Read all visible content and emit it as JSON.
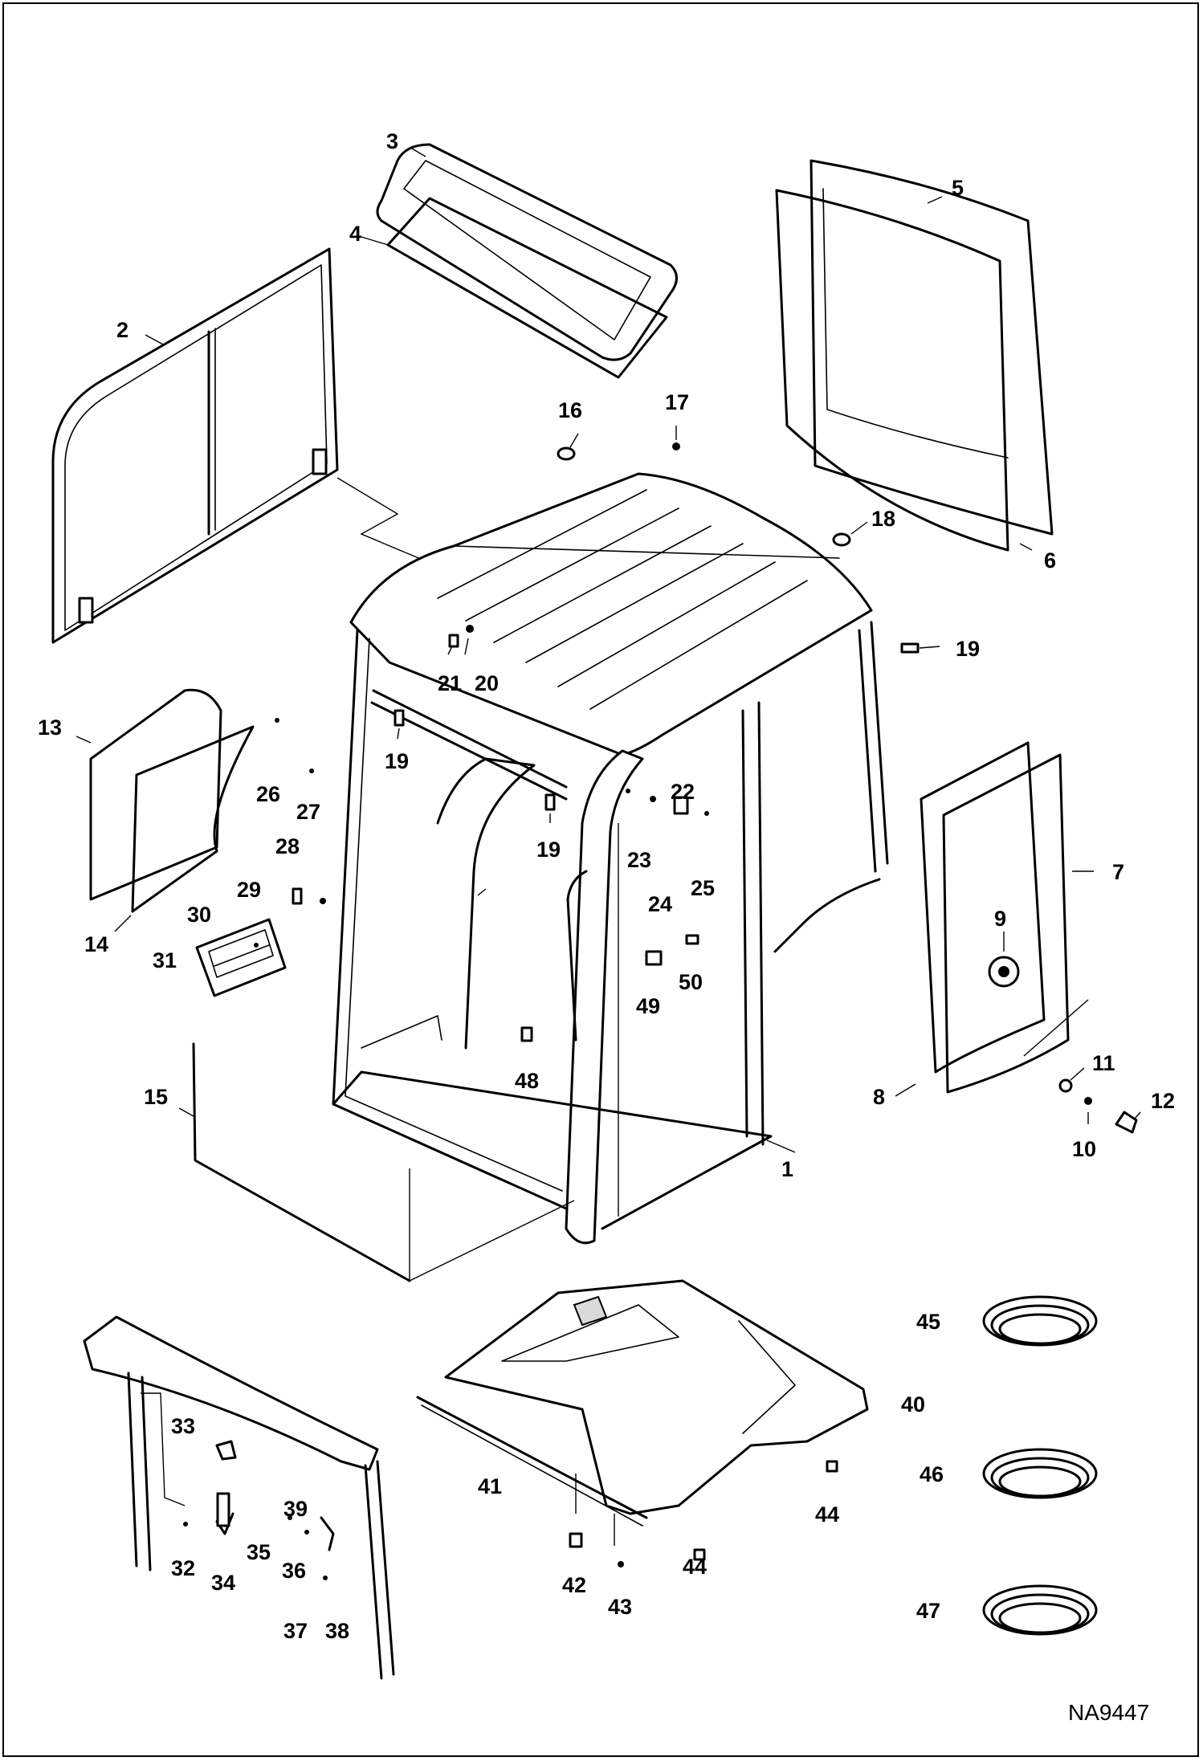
{
  "diagram": {
    "drawing_code": "NA9447",
    "callouts": [
      "1",
      "2",
      "3",
      "4",
      "5",
      "6",
      "7",
      "8",
      "9",
      "10",
      "11",
      "12",
      "13",
      "14",
      "15",
      "16",
      "17",
      "18",
      "19",
      "19",
      "19",
      "20",
      "21",
      "22",
      "23",
      "24",
      "25",
      "26",
      "27",
      "28",
      "29",
      "30",
      "31",
      "32",
      "33",
      "34",
      "35",
      "36",
      "37",
      "38",
      "39",
      "40",
      "41",
      "42",
      "43",
      "44",
      "44",
      "45",
      "46",
      "47",
      "48",
      "49",
      "50"
    ]
  }
}
